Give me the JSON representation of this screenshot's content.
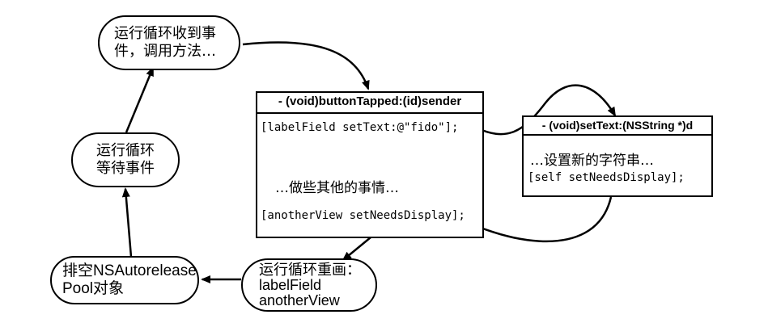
{
  "nodes": {
    "receive_event": [
      "运行循环收到事",
      "件，调用方法…"
    ],
    "wait_event": [
      "运行循环",
      "等待事件"
    ],
    "drain_pool": [
      "排空NSAutorelease",
      "Pool对象"
    ],
    "redraw": [
      "运行循环重画：",
      "labelField",
      "anotherView"
    ]
  },
  "button_method": {
    "header": "- (void)buttonTapped:(id)sender",
    "line1": "[labelField setText:@\"fido\"];",
    "line2": "…做些其他的事情…",
    "line3": "[anotherView setNeedsDisplay];"
  },
  "settext_method": {
    "header": "- (void)setText:(NSString *)d",
    "line1": "…设置新的字符串…",
    "line2": "[self setNeedsDisplay];"
  }
}
